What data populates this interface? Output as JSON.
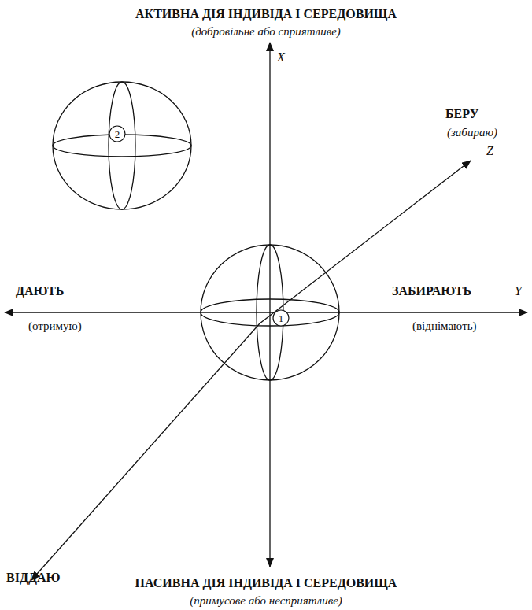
{
  "diagram": {
    "nodes": [
      {
        "text": [
          "2"
        ]
      },
      {
        "text": [
          "1"
        ]
      }
    ],
    "labels": [
      "АКТИВНА ДІЯ ІНДИВІДА І СЕРЕДОВИЩА",
      "(добровільне або сприятливе)",
      "X",
      "БЕРУ",
      "(забираю)",
      "Z",
      "ДАЮТЬ",
      "(отримую)",
      "ЗАБИРАЮТЬ",
      "Y",
      "(віднімають)",
      "ВІДДАЮ",
      "ПАСИВНА ДІЯ ІНДИВІДА І СЕРЕДОВИЩА",
      "(примусове або неспри­ятливе)"
    ]
  }
}
